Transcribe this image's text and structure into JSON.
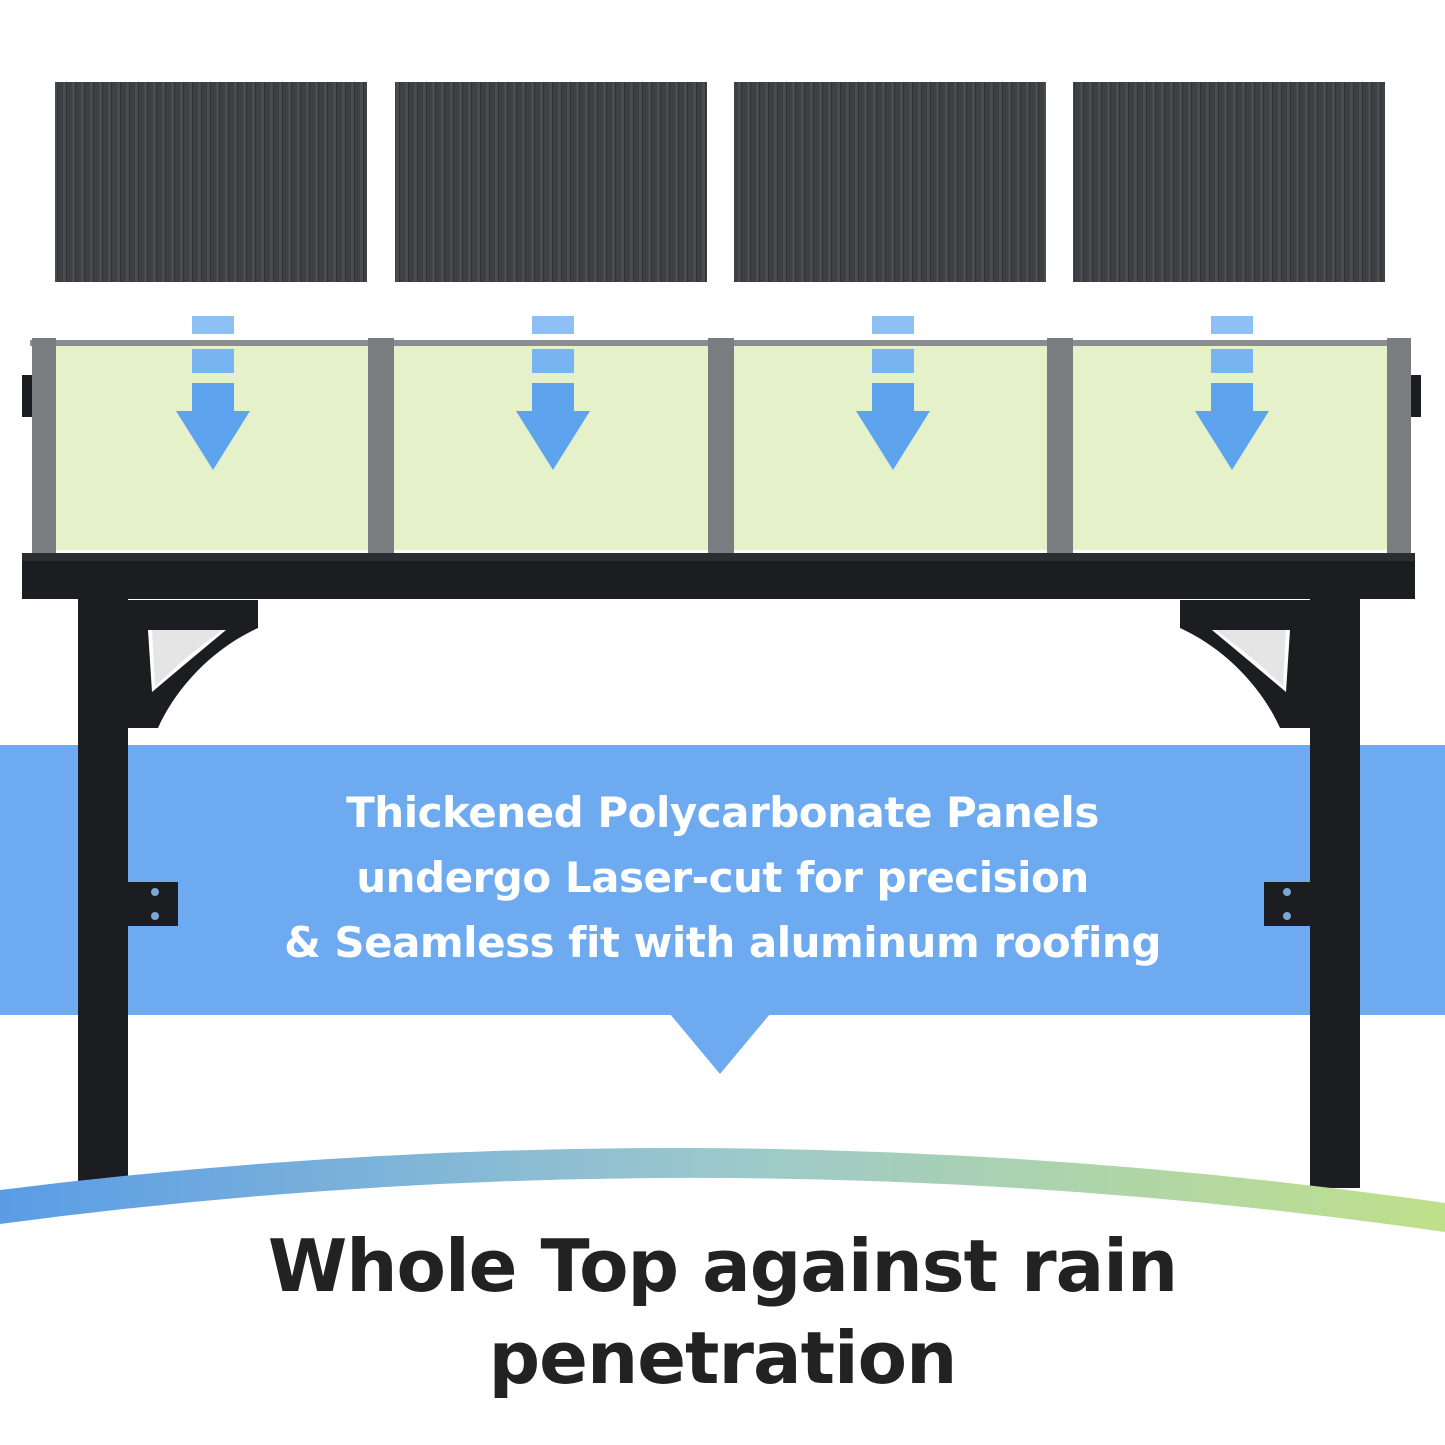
{
  "caption": {
    "lines": [
      "Thickened Polycarbonate Panels",
      "undergo Laser-cut for precision",
      "& Seamless fit with aluminum roofing"
    ]
  },
  "headline": {
    "lines": [
      "Whole Top against rain",
      "penetration"
    ]
  },
  "colors": {
    "panel_dark": "#3e4044",
    "panel_green": "#e5f2c9",
    "frame_grey": "#7a7c80",
    "frame_black": "#1c1d20",
    "arrow_blue": "#5ea3ee",
    "band_blue": "#6eaaf0",
    "wave_start": "#5a9ce6",
    "wave_end": "#bfe08a",
    "headline_text": "#222222"
  },
  "icons": [
    "roof-sheet-icon",
    "down-arrow-icon",
    "pergola-frame-icon"
  ]
}
